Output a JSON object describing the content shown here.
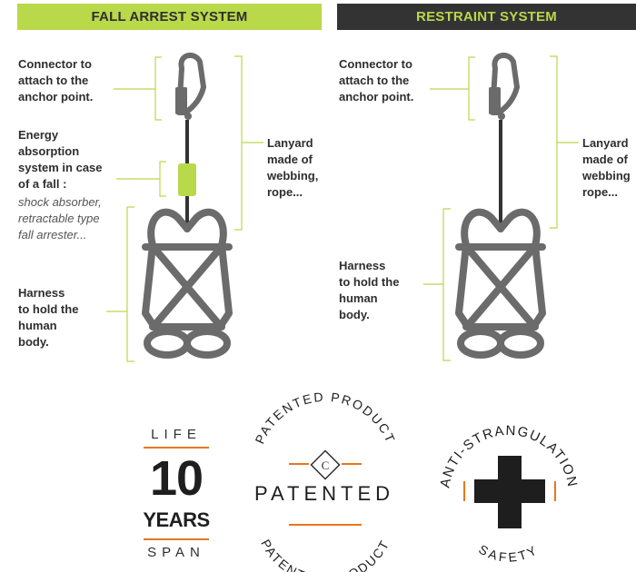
{
  "headers": {
    "fall_arrest": "FALL ARREST SYSTEM",
    "restraint": "RESTRAINT SYSTEM"
  },
  "fall_arrest": {
    "connector": "Connector  to\nattach to the\nanchor point.",
    "energy": "Energy\nabsorption\nsystem in case\nof a fall :",
    "energy_examples": "shock absorber,\nretractable type\nfall arrester...",
    "lanyard": "Lanyard\nmade of\nwebbing,\nrope...",
    "harness": "Harness\nto hold the\nhuman\nbody."
  },
  "restraint": {
    "connector": "Connector  to\nattach to the\nanchor point.",
    "lanyard": "Lanyard\nmade of\nwebbing\nrope...",
    "harness": "Harness\nto hold the\nhuman\nbody."
  },
  "badges": {
    "life_top": "LIFE",
    "life_number": "10",
    "life_years": "YEARS",
    "life_bottom": "SPAN",
    "patented_arc_top": "PATENTED PRODUCT",
    "patented_center": "PATENTED",
    "patented_arc_bottom": "PATENTED PRODUCT",
    "patented_symbol": "C",
    "anti_strangulation": "ANTI-STRANGULATION",
    "safety": "SAFETY"
  },
  "colors": {
    "accent_green": "#b9d84a",
    "dark_header": "#333333",
    "equipment_gray": "#6b6b6b",
    "badge_orange": "#e8761f"
  }
}
